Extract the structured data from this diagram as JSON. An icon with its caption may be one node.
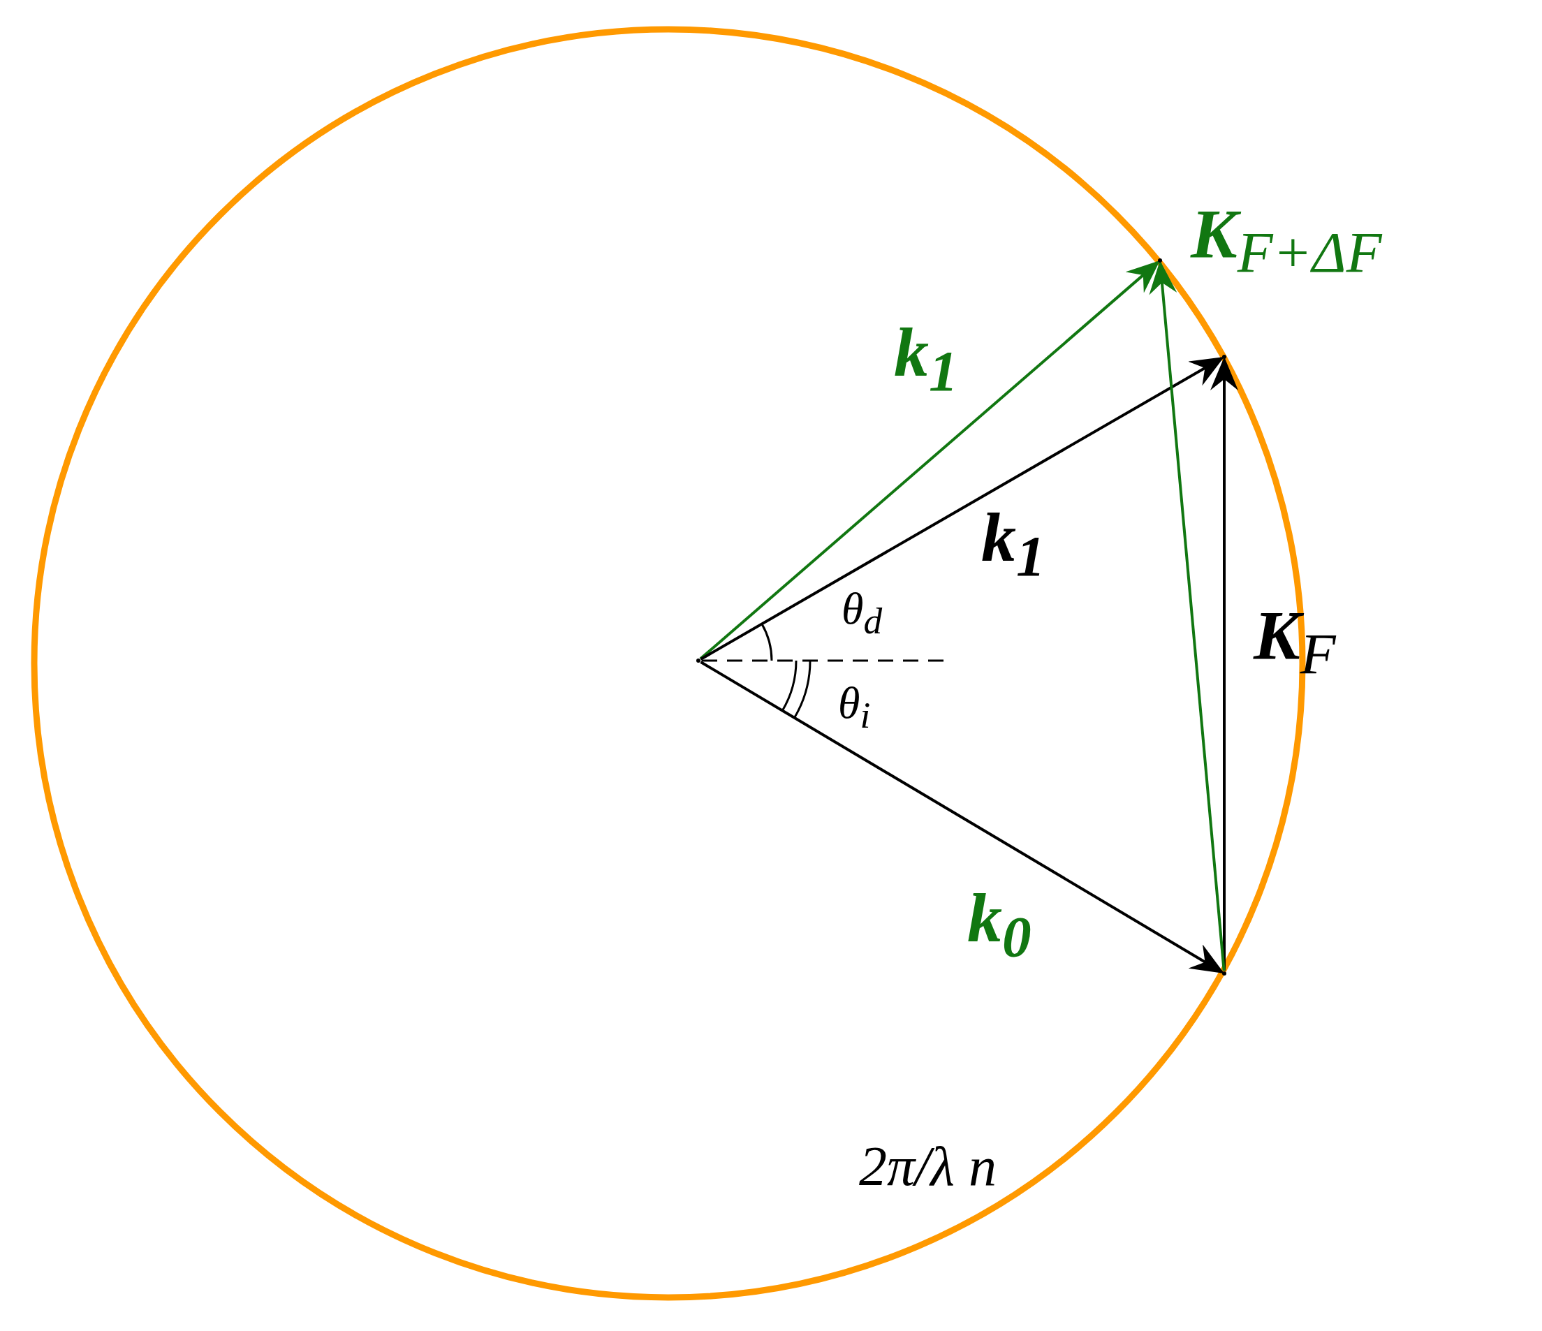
{
  "diagram": {
    "nodes": [
      {
        "text": [],
        "shape": "point"
      },
      {
        "text": [],
        "shape": "point"
      },
      {
        "text": [],
        "shape": "point"
      },
      {
        "text": [],
        "shape": "point"
      }
    ],
    "edges": [
      {
        "from": 0,
        "to": 1,
        "arrow": "to",
        "label": "k$_{1}$",
        "color": "#117711"
      },
      {
        "from": 0,
        "to": 2,
        "arrow": "to",
        "label": "k$_{1}$"
      },
      {
        "from": 0,
        "to": 3,
        "arrow": "to",
        "label": "k$_{0}$"
      },
      {
        "from": 3,
        "to": 2,
        "arrow": "to",
        "label": "**K**$_{F}$"
      },
      {
        "from": 3,
        "to": 1,
        "arrow": "to",
        "label": "**K**$_{F+ΔF}$",
        "color": "#117711"
      }
    ],
    "labels": [
      "θ$_{d}$",
      "θ$_{i}$",
      "2π/λ n"
    ]
  }
}
